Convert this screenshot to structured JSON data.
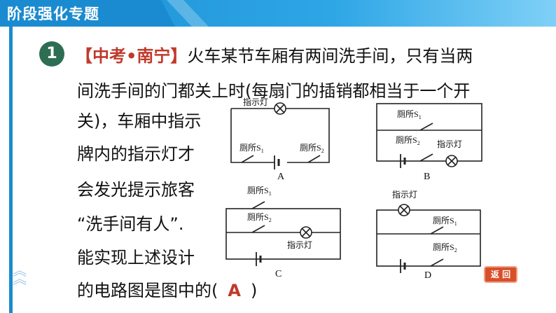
{
  "header": {
    "title": "阶段强化专题"
  },
  "question": {
    "number": "1",
    "source_tag": "【中考•南宁】",
    "lines": [
      "火车某节车厢有两间洗手间，只有当两",
      "间洗手间的门都关上时(每扇门的插销都相当于一个开",
      "关)，车厢中指示",
      "牌内的指示灯才",
      "会发光提示旅客",
      "“洗手间有人”.",
      "能实现上述设计",
      "的电路图是图中的("
    ],
    "answer": "A",
    "close_paren": ")"
  },
  "circuits": {
    "A": {
      "label": "A",
      "lamp": "指示灯",
      "s1": "厕所S",
      "s1_sub": "1",
      "s2": "厕所S",
      "s2_sub": "2"
    },
    "B": {
      "label": "B",
      "lamp": "指示灯",
      "s1": "厕所S",
      "s1_sub": "1",
      "s2": "厕所S",
      "s2_sub": "2"
    },
    "C": {
      "label": "C",
      "lamp": "指示灯",
      "s1": "厕所S",
      "s1_sub": "1",
      "s2": "厕所S",
      "s2_sub": "2"
    },
    "D": {
      "label": "D",
      "lamp": "指示灯",
      "s1": "厕所S",
      "s1_sub": "1",
      "s2": "厕所S",
      "s2_sub": "2"
    }
  },
  "back_button": "返 回"
}
